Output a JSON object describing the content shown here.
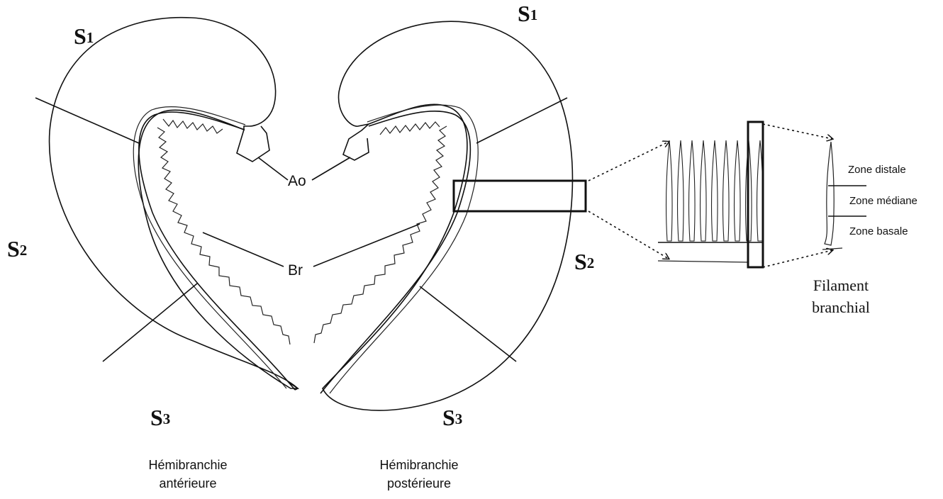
{
  "sections": {
    "left_s1": {
      "letter": "S",
      "sub": "1"
    },
    "right_s1": {
      "letter": "S",
      "sub": "1"
    },
    "left_s2": {
      "letter": "S",
      "sub": "2"
    },
    "right_s2": {
      "letter": "S",
      "sub": "2"
    },
    "left_s3": {
      "letter": "S",
      "sub": "3"
    },
    "right_s3": {
      "letter": "S",
      "sub": "3"
    }
  },
  "labels": {
    "ao": "Ao",
    "br": "Br"
  },
  "zones": {
    "distale": "Zone distale",
    "mediane": "Zone médiane",
    "basale": "Zone basale"
  },
  "filament": {
    "line1": "Filament",
    "line2": "branchial"
  },
  "captions": {
    "anterior_line1": "Hémibranchie",
    "anterior_line2": "antérieure",
    "posterior_line1": "Hémibranchie",
    "posterior_line2": "postérieure"
  }
}
